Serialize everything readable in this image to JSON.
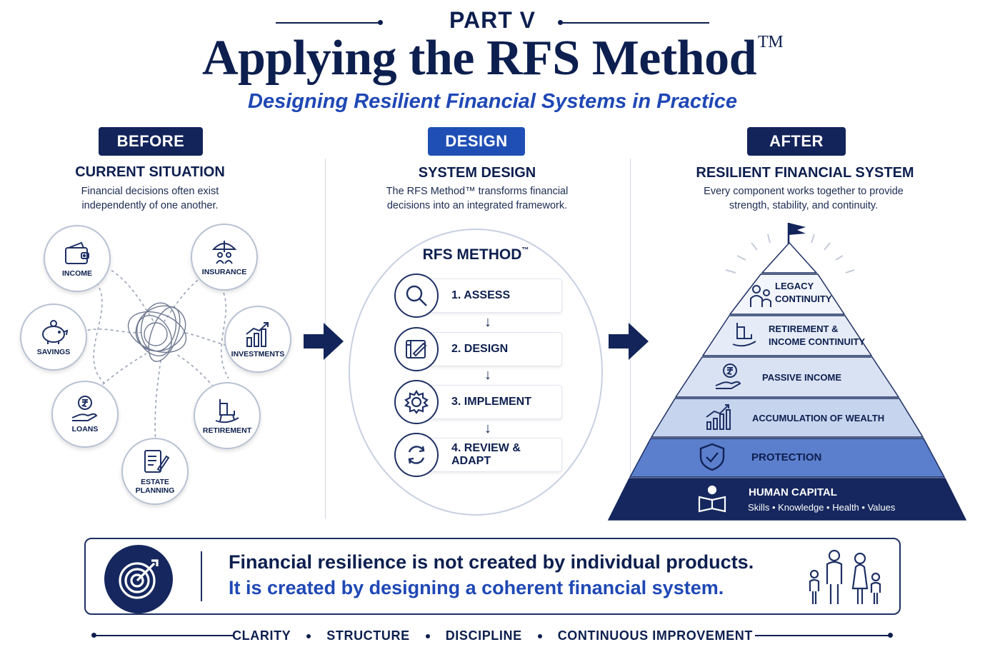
{
  "header": {
    "part": "PART V",
    "title": "Applying the RFS Method",
    "trademark": "TM",
    "subtitle": "Designing Resilient Financial Systems in Practice"
  },
  "before": {
    "pill": "BEFORE",
    "title": "CURRENT SITUATION",
    "desc_line1": "Financial decisions often exist",
    "desc_line2": "independently of one another.",
    "items": [
      {
        "label": "INCOME",
        "icon": "wallet-icon"
      },
      {
        "label": "INSURANCE",
        "icon": "umbrella-family-icon"
      },
      {
        "label": "SAVINGS",
        "icon": "piggy-bank-icon"
      },
      {
        "label": "INVESTMENTS",
        "icon": "bar-chart-icon"
      },
      {
        "label": "LOANS",
        "icon": "rupee-hand-icon"
      },
      {
        "label": "RETIREMENT",
        "icon": "rocking-chair-icon"
      },
      {
        "label_line1": "ESTATE",
        "label_line2": "PLANNING",
        "icon": "document-pen-icon"
      }
    ]
  },
  "design": {
    "pill": "DESIGN",
    "title": "SYSTEM DESIGN",
    "desc_line1": "The RFS Method™ transforms financial",
    "desc_line2": "decisions into an integrated framework.",
    "method_title": "RFS METHOD",
    "method_tm": "™",
    "steps": [
      {
        "label": "1. ASSESS",
        "icon": "magnifier-icon"
      },
      {
        "label": "2. DESIGN",
        "icon": "blueprint-icon"
      },
      {
        "label": "3. IMPLEMENT",
        "icon": "gear-icon"
      },
      {
        "label": "4. REVIEW & ADAPT",
        "icon": "refresh-icon"
      }
    ]
  },
  "after": {
    "pill": "AFTER",
    "title": "RESILIENT FINANCIAL SYSTEM",
    "desc_line1": "Every component works together to provide",
    "desc_line2": "strength, stability, and continuity.",
    "levels": [
      {
        "line1": "LEGACY",
        "line2": "CONTINUITY",
        "icon": "family-icon"
      },
      {
        "line1": "RETIREMENT &",
        "line2": "INCOME CONTINUITY",
        "icon": "rocking-chair-icon"
      },
      {
        "line1": "PASSIVE INCOME",
        "icon": "rupee-hand-icon"
      },
      {
        "line1": "ACCUMULATION OF WEALTH",
        "icon": "growth-chart-icon"
      },
      {
        "line1": "PROTECTION",
        "icon": "shield-check-icon"
      },
      {
        "line1": "HUMAN CAPITAL",
        "line2": "Skills • Knowledge • Health • Values",
        "icon": "person-book-icon"
      }
    ]
  },
  "banner": {
    "line1": "Financial resilience is not created by individual products.",
    "line2": "It is created by designing a coherent financial system."
  },
  "footer": [
    "CLARITY",
    "STRUCTURE",
    "DISCIPLINE",
    "CONTINUOUS IMPROVEMENT"
  ],
  "colors": {
    "navy": "#0d1f4f",
    "accent_blue": "#1f48b5",
    "design_pill": "#1f4fb5"
  }
}
